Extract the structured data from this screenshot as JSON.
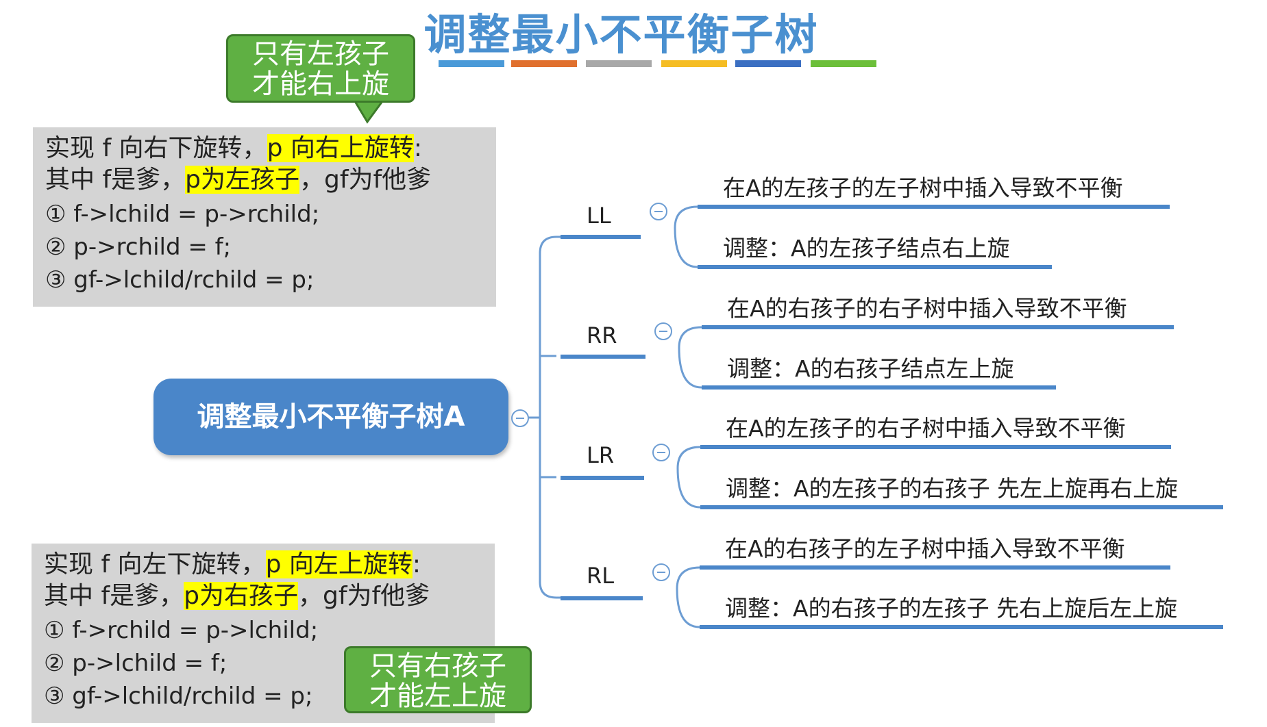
{
  "title": "调整最小不平衡子树",
  "color_bar_colors": [
    "#4a9ad8",
    "#e0702e",
    "#a8a8a8",
    "#f5bd24",
    "#3b6fc2",
    "#6cbf3a"
  ],
  "top_callout": {
    "line1": "只有左孩子",
    "line2": "才能右上旋"
  },
  "bottom_callout": {
    "line1": "只有右孩子",
    "line2": "才能左上旋"
  },
  "top_box": {
    "line1_prefix": "实现 f 向右下旋转，",
    "line1_highlight": "p 向右上旋转",
    "line1_suffix": ":",
    "line2_prefix": "其中 f是爹，",
    "line2_highlight": "p为左孩子",
    "line2_suffix": "，gf为f他爹",
    "code1": "① f->lchild = p->rchild;",
    "code2": "② p->rchild = f;",
    "code3": "③ gf->lchild/rchild = p;"
  },
  "bottom_box": {
    "line1_prefix": "实现 f 向左下旋转，",
    "line1_highlight": "p 向左上旋转",
    "line1_suffix": ":",
    "line2_prefix": "其中 f是爹，",
    "line2_highlight": "p为右孩子",
    "line2_suffix": "，gf为f他爹",
    "code1": "① f->rchild = p->lchild;",
    "code2": "② p->lchild = f;",
    "code3": "③ gf->lchild/rchild = p;"
  },
  "root_label": "调整最小不平衡子树A",
  "branches": [
    {
      "label": "LL",
      "cause": "在A的左孩子的左子树中插入导致不平衡",
      "fix": "调整：A的左孩子结点右上旋"
    },
    {
      "label": "RR",
      "cause": "在A的右孩子的右子树中插入导致不平衡",
      "fix": "调整：A的右孩子结点左上旋"
    },
    {
      "label": "LR",
      "cause": "在A的左孩子的右子树中插入导致不平衡",
      "fix": "调整：A的左孩子的右孩子 先左上旋再右上旋"
    },
    {
      "label": "RL",
      "cause": "在A的右孩子的左子树中插入导致不平衡",
      "fix": "调整：A的右孩子的左孩子 先右上旋后左上旋"
    }
  ]
}
